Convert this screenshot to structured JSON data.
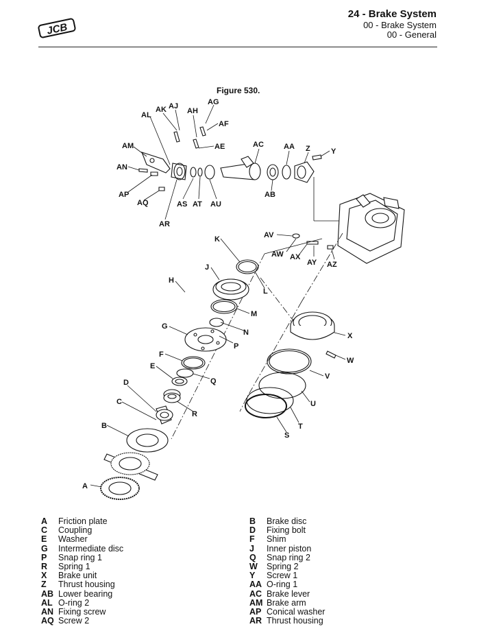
{
  "header": {
    "title": "24 - Brake System",
    "section": "00 - Brake System",
    "subsection": "00 - General"
  },
  "logo_text": "JCB",
  "figure": {
    "caption": "Figure 530.",
    "labels": [
      "A",
      "B",
      "C",
      "D",
      "E",
      "F",
      "G",
      "H",
      "J",
      "K",
      "L",
      "M",
      "N",
      "P",
      "Q",
      "R",
      "S",
      "T",
      "U",
      "V",
      "W",
      "X",
      "Y",
      "Z",
      "AA",
      "AB",
      "AC",
      "AE",
      "AF",
      "AG",
      "AH",
      "AJ",
      "AK",
      "AL",
      "AM",
      "AN",
      "AP",
      "AQ",
      "AR",
      "AS",
      "AT",
      "AU",
      "AV",
      "AW",
      "AX",
      "AY",
      "AZ"
    ]
  },
  "legend": {
    "left": [
      {
        "code": "A",
        "text": "Friction plate"
      },
      {
        "code": "C",
        "text": "Coupling"
      },
      {
        "code": "E",
        "text": "Washer"
      },
      {
        "code": "G",
        "text": "Intermediate disc"
      },
      {
        "code": "P",
        "text": "Snap ring 1"
      },
      {
        "code": "R",
        "text": "Spring 1"
      },
      {
        "code": "X",
        "text": "Brake unit"
      },
      {
        "code": "Z",
        "text": "Thrust housing"
      },
      {
        "code": "AB",
        "text": "Lower bearing"
      },
      {
        "code": "AL",
        "text": "O-ring 2"
      },
      {
        "code": "AN",
        "text": "Fixing screw"
      },
      {
        "code": "AQ",
        "text": "Screw 2"
      }
    ],
    "right": [
      {
        "code": "B",
        "text": "Brake disc"
      },
      {
        "code": "D",
        "text": "Fixing bolt"
      },
      {
        "code": "F",
        "text": "Shim"
      },
      {
        "code": "J",
        "text": "Inner piston"
      },
      {
        "code": "Q",
        "text": "Snap ring 2"
      },
      {
        "code": "W",
        "text": "Spring 2"
      },
      {
        "code": "Y",
        "text": "Screw 1"
      },
      {
        "code": "AA",
        "text": "O-ring 1"
      },
      {
        "code": "AC",
        "text": "Brake lever"
      },
      {
        "code": "AM",
        "text": "Brake arm"
      },
      {
        "code": "AP",
        "text": "Conical washer"
      },
      {
        "code": "AR",
        "text": "Thrust housing"
      }
    ]
  }
}
